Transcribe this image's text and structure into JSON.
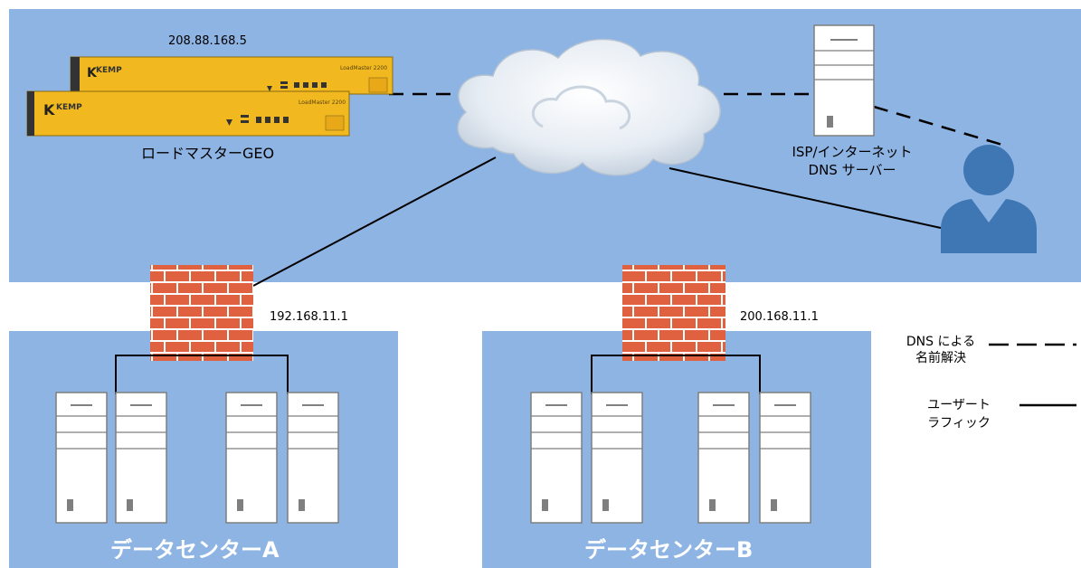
{
  "loadmaster": {
    "ip": "208.88.168.5",
    "name": "ロードマスターGEO",
    "brand": "KEMP",
    "model": "LoadMaster 2200"
  },
  "dns_server": {
    "line1": "ISP/インターネット",
    "line2": "DNS サーバー"
  },
  "firewall_a": {
    "ip": "192.168.11.1"
  },
  "firewall_b": {
    "ip": "200.168.11.1"
  },
  "datacenter_a": {
    "title": "データセンターA"
  },
  "datacenter_b": {
    "title": "データセンターB"
  },
  "legend": {
    "dns": {
      "line1": "DNS による",
      "line2": "名前解決"
    },
    "traffic": {
      "line1": "ユーザート",
      "line2": "ラフィック"
    }
  },
  "colors": {
    "region_blue": "#8eb4e3",
    "firewall_brick": "#e0613f",
    "appliance_yellow": "#f1b81f",
    "user_blue": "#3f76b4",
    "server_white": "#ffffff"
  },
  "icons": [
    "cloud-icon",
    "firewall-icon",
    "server-icon",
    "user-icon",
    "appliance-icon"
  ]
}
